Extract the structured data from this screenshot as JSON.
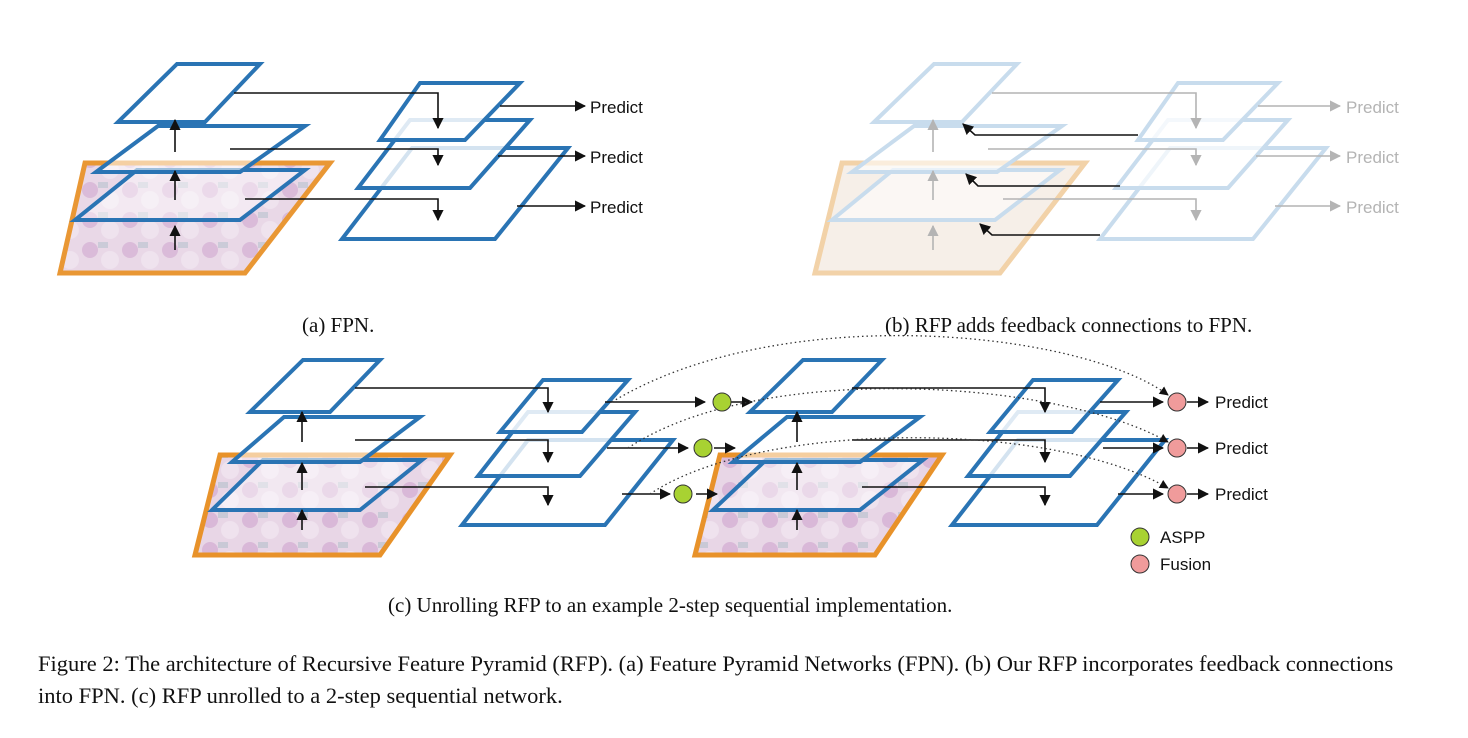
{
  "colors": {
    "layer_blue": "#2a74b4",
    "image_orange": "#e8922a",
    "image_fill": "#e6cfe2",
    "aspp_green": "#a8d232",
    "fusion_pink": "#f09b9b",
    "faded_gray": "#b4b4b4",
    "faded_blue": "#c8dced"
  },
  "panel_a": {
    "sublabel": "(a) FPN.",
    "predict_labels": [
      "Predict",
      "Predict",
      "Predict"
    ]
  },
  "panel_b": {
    "sublabel": "(b) RFP adds feedback connections to FPN.",
    "predict_labels": [
      "Predict",
      "Predict",
      "Predict"
    ]
  },
  "panel_c": {
    "sublabel": "(c) Unrolling RFP to an example 2-step sequential implementation.",
    "predict_labels": [
      "Predict",
      "Predict",
      "Predict"
    ],
    "legend": [
      {
        "label": "ASPP",
        "color": "#a8d232"
      },
      {
        "label": "Fusion",
        "color": "#f09b9b"
      }
    ]
  },
  "figure_caption": "Figure 2: The architecture of Recursive Feature Pyramid (RFP). (a) Feature Pyramid Networks (FPN). (b) Our RFP incorporates feedback connections into FPN. (c) RFP unrolled to a 2-step sequential network."
}
